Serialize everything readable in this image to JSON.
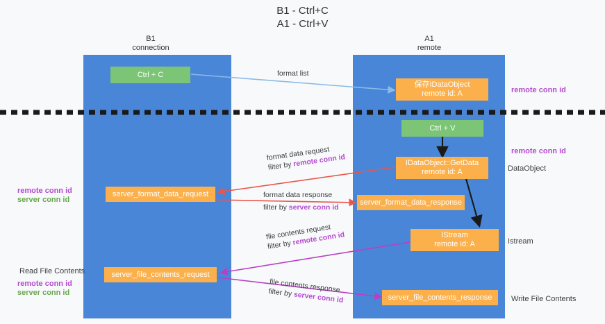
{
  "title": {
    "line1": "B1 - Ctrl+C",
    "line2": "A1 - Ctrl+V"
  },
  "columns": [
    {
      "name": "B1",
      "sub": "connection"
    },
    {
      "name": "A1",
      "sub": "remote"
    }
  ],
  "boxes": {
    "ctrl_c": "Ctrl + C",
    "ctrl_v": "Ctrl + V",
    "save_idataobject_l1": "保存IDataObject",
    "save_idataobject_l2": "remote id: A",
    "getdata_l1": "IDataObject::GetData",
    "getdata_l2": "remote id: A",
    "istream_l1": "IStream",
    "istream_l2": "remote id: A",
    "server_format_data_request": "server_format_data_request",
    "server_format_data_response": "server_format_data_response",
    "server_file_contents_request": "server_file_contents_request",
    "server_file_contents_response": "server_file_contents_response"
  },
  "edge_labels": {
    "format_list": "format list",
    "format_data_request": "format data request",
    "format_data_request_filter_prefix": "filter by ",
    "format_data_request_filter_key": "remote conn id",
    "format_data_response": "format data response",
    "format_data_response_filter_prefix": "filter by ",
    "format_data_response_filter_key": "server conn id",
    "file_contents_request": "file contents request",
    "file_contents_request_filter_prefix": "filter by ",
    "file_contents_request_filter_key": "remote conn id",
    "file_contents_response": "file contents response",
    "file_contents_response_filter_prefix": "filter by ",
    "file_contents_response_filter_key": "server conn id"
  },
  "annotations": {
    "right_remote_conn_id_top": "remote conn id",
    "right_remote_conn_id_mid": "remote conn id",
    "right_dataobject": "DataObject",
    "right_istream": "Istream",
    "right_write_file_contents": "Write File Contents",
    "left_remote_conn_id_mid": "remote conn id",
    "left_server_conn_id_mid": "server conn id",
    "left_read_file_contents": "Read File Contents",
    "left_remote_conn_id_bottom": "remote conn id",
    "left_server_conn_id_bottom": "server conn id"
  },
  "colors": {
    "column_blue": "#4a86d8",
    "green_box": "#7cc576",
    "orange_box": "#fbb04c",
    "purple_text": "#b54bd1",
    "green_text": "#6aa84f",
    "arrow_lightblue": "#8bb9e8",
    "arrow_red": "#e8564b",
    "arrow_magenta": "#b93fc4",
    "arrow_black": "#1a1a1a",
    "divider_black": "#1a1a1a",
    "background": "#f8f9fa"
  }
}
